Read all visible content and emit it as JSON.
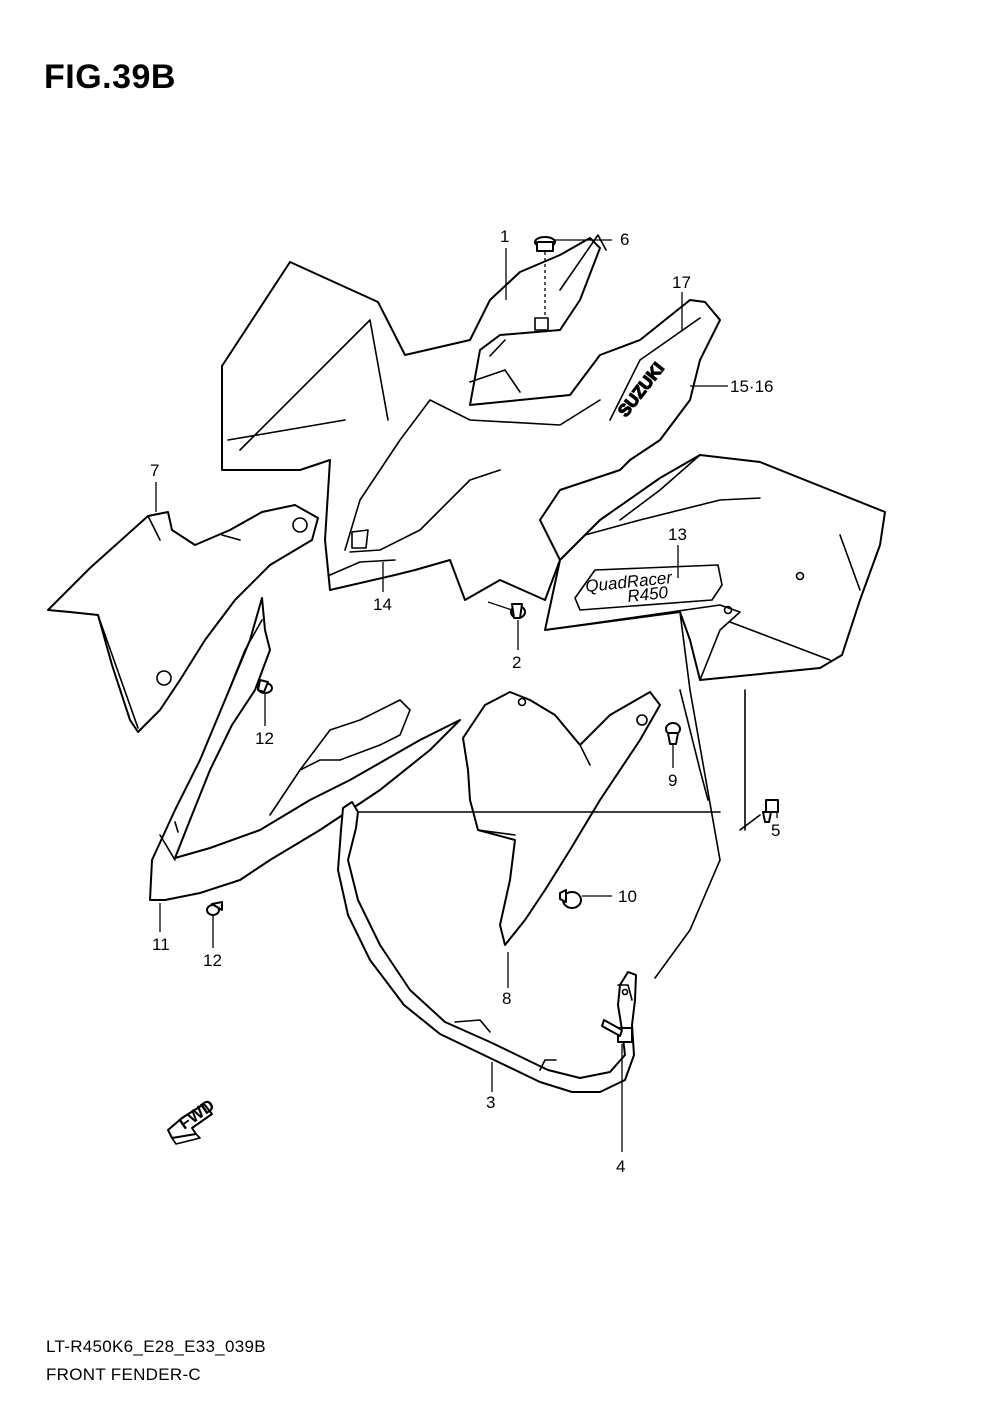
{
  "figure": {
    "title": "FIG.39B"
  },
  "footer": {
    "model_code": "LT-R450K6_E28_E33_039B",
    "section_name": "FRONT FENDER-C"
  },
  "decals": {
    "brand": "SUZUKI",
    "model_line1": "QuadRacer",
    "model_line2": "R450",
    "direction_marker": "FWD"
  },
  "callouts": {
    "c1": "1",
    "c2": "2",
    "c3": "3",
    "c4": "4",
    "c5": "5",
    "c6": "6",
    "c7": "7",
    "c8": "8",
    "c9": "9",
    "c10": "10",
    "c11": "11",
    "c12a": "12",
    "c12b": "12",
    "c13": "13",
    "c14": "14",
    "c15_16": "15·16",
    "c17": "17"
  }
}
